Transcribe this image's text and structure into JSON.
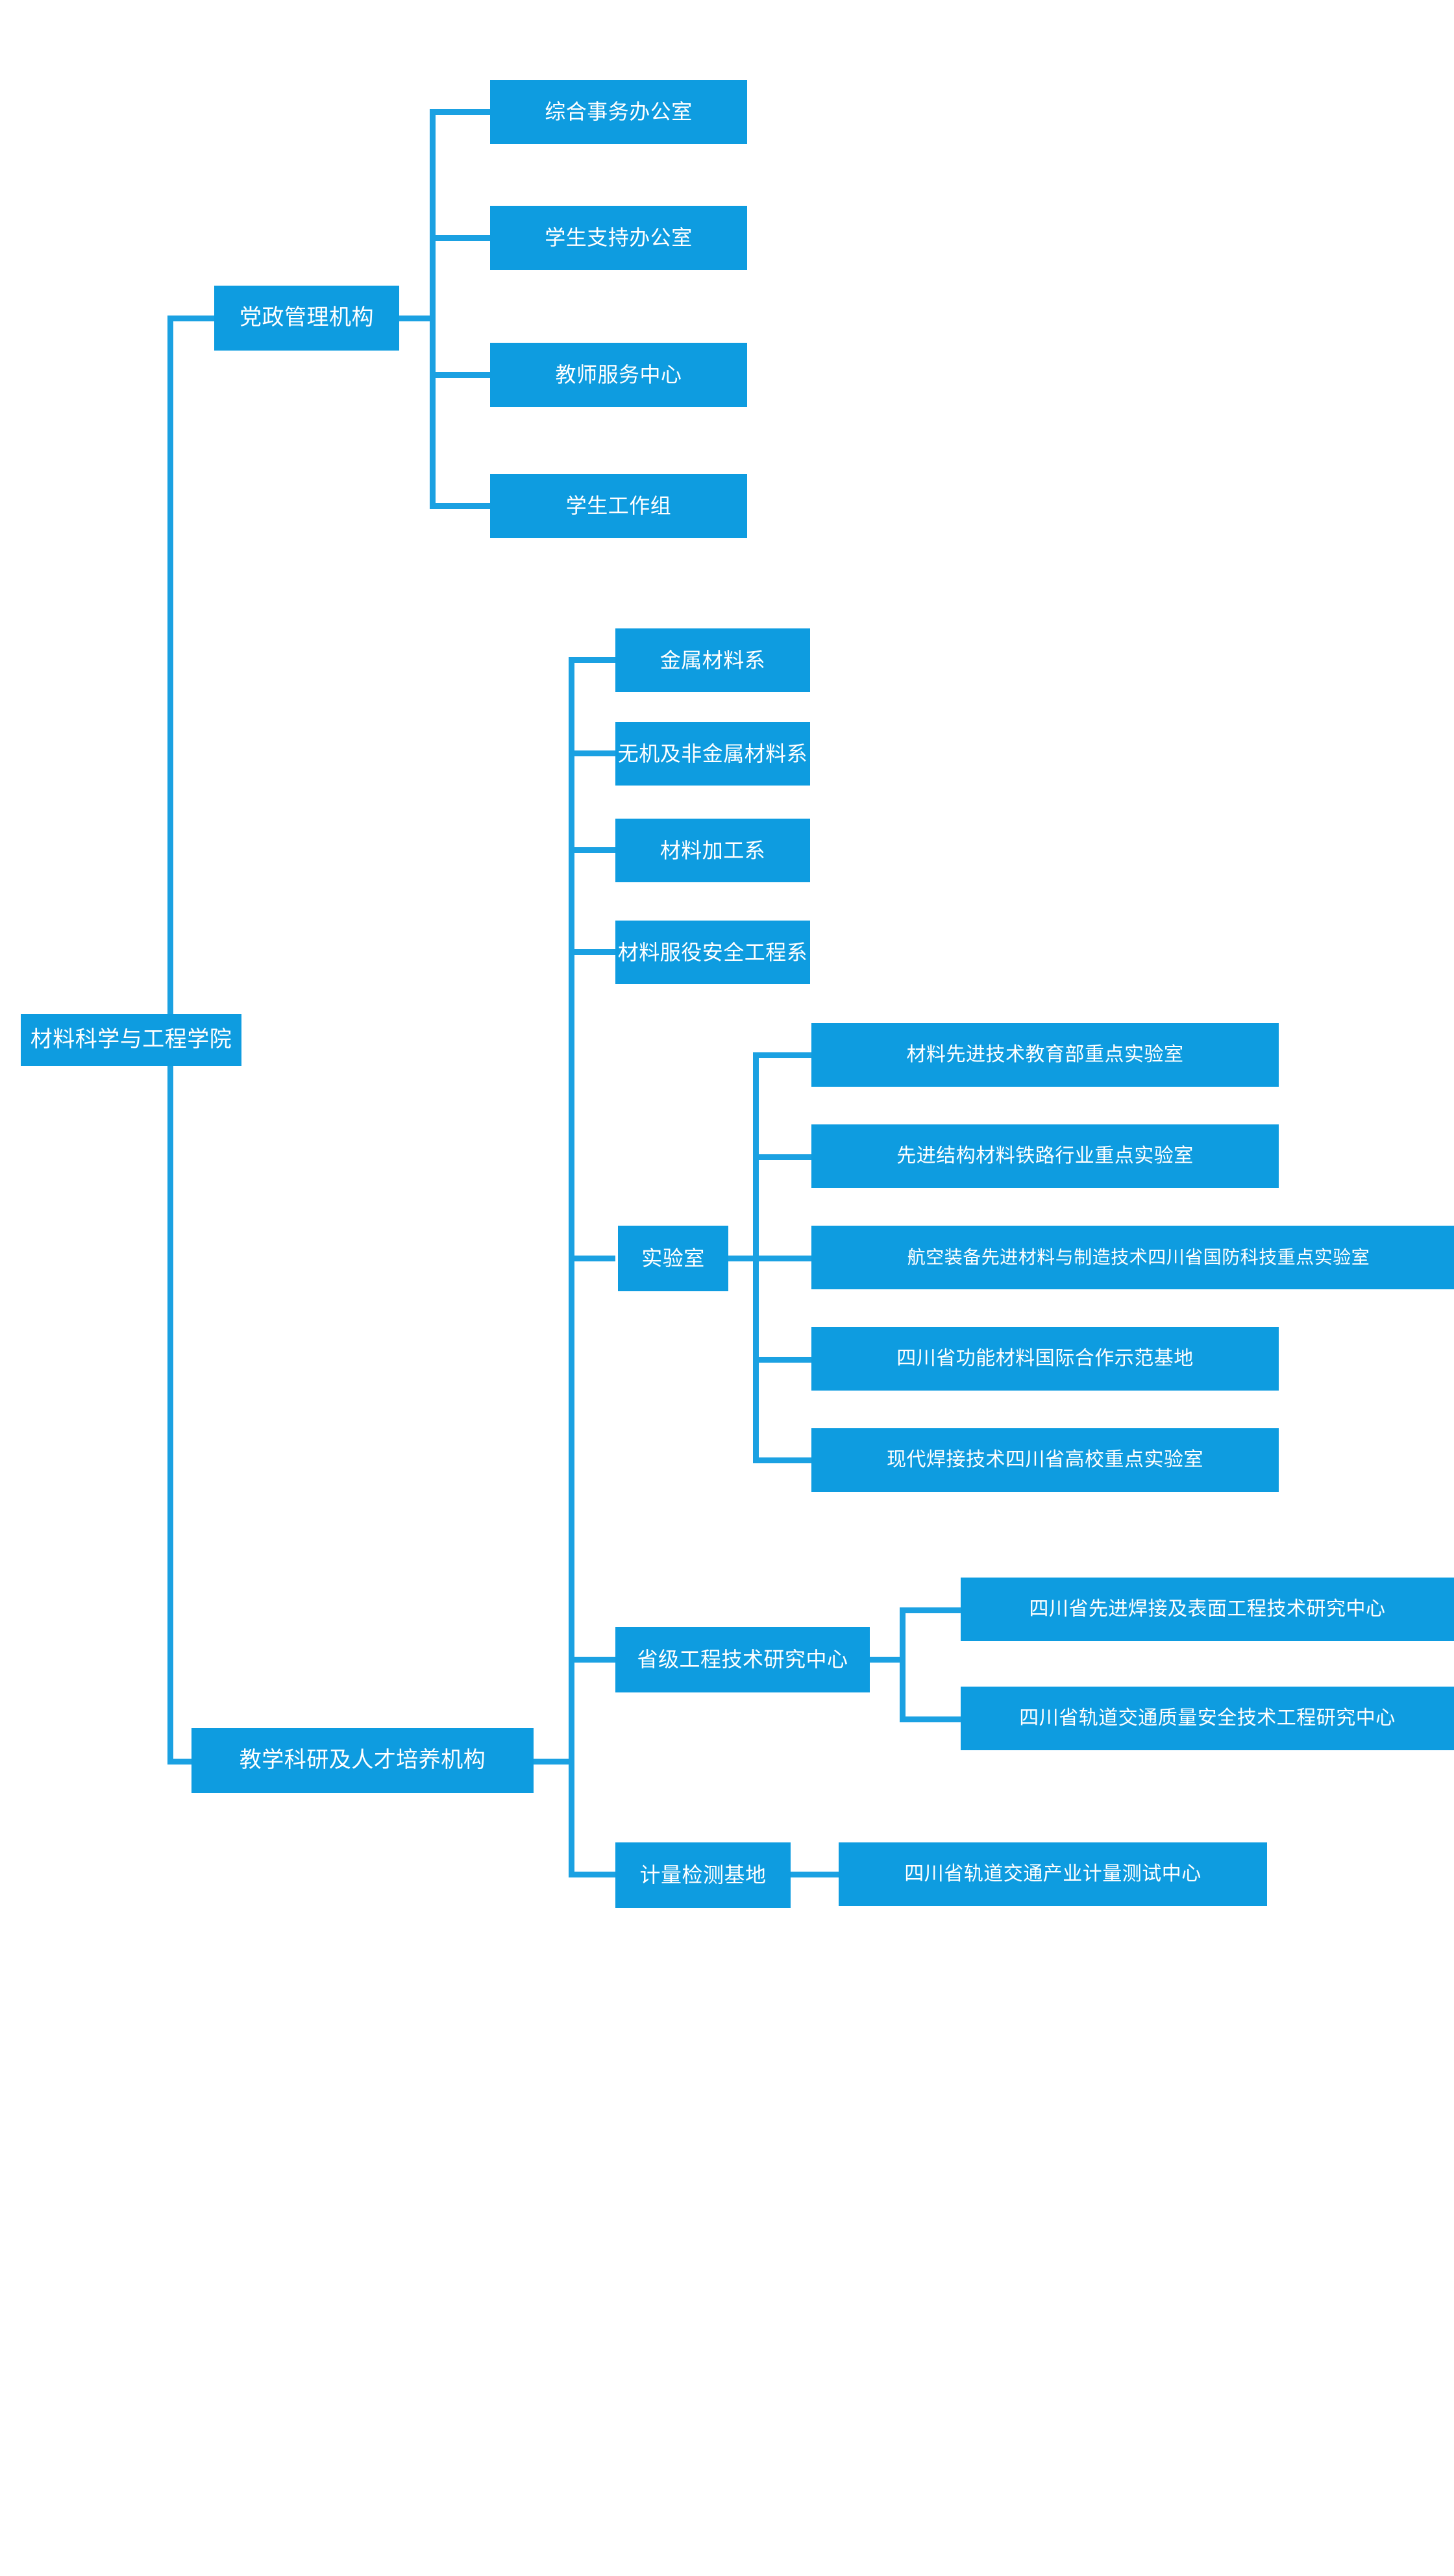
{
  "diagram": {
    "type": "organization-tree",
    "orientation": "left-to-right",
    "colors": {
      "node_fill": "#0E9CE0",
      "connector": "#1BA1E2",
      "node_text": "#FFFFFF",
      "background": "#FFFFFF"
    },
    "root": {
      "label": "材料科学与工程学院"
    },
    "branches": [
      {
        "id": "admin",
        "label": "党政管理机构",
        "children": [
          {
            "label": "综合事务办公室"
          },
          {
            "label": "学生支持办公室"
          },
          {
            "label": "教师服务中心"
          },
          {
            "label": "学生工作组"
          }
        ]
      },
      {
        "id": "academic",
        "label": "教学科研及人才培养机构",
        "children": [
          {
            "label": "金属材料系"
          },
          {
            "label": "无机及非金属材料系"
          },
          {
            "label": "材料加工系"
          },
          {
            "label": "材料服役安全工程系"
          },
          {
            "label": "实验室",
            "children": [
              {
                "label": "材料先进技术教育部重点实验室"
              },
              {
                "label": "先进结构材料铁路行业重点实验室"
              },
              {
                "label": "航空装备先进材料与制造技术四川省国防科技重点实验室"
              },
              {
                "label": "四川省功能材料国际合作示范基地"
              },
              {
                "label": "现代焊接技术四川省高校重点实验室"
              }
            ]
          },
          {
            "label": "省级工程技术研究中心",
            "children": [
              {
                "label": "四川省先进焊接及表面工程技术研究中心"
              },
              {
                "label": "四川省轨道交通质量安全技术工程研究中心"
              }
            ]
          },
          {
            "label": "计量检测基地",
            "children": [
              {
                "label": "四川省轨道交通产业计量测试中心"
              }
            ]
          }
        ]
      }
    ]
  }
}
